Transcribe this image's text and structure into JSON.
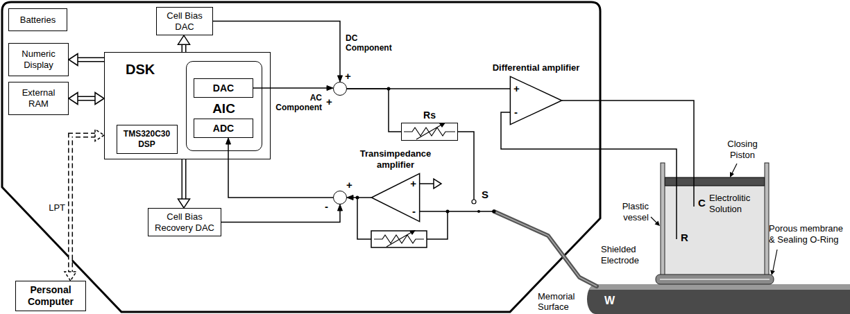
{
  "diagram": {
    "nodes": [
      {
        "text": [
          "Batteries"
        ]
      },
      {
        "text": [
          "Numeric Display"
        ]
      },
      {
        "text": [
          "External RAM"
        ]
      },
      {
        "text": [
          "Cell Bias DAC"
        ]
      },
      {
        "text": [
          "DSK"
        ]
      },
      {
        "text": [
          "TMS320C30 DSP"
        ],
        "in": 4
      },
      {
        "text": [
          "AIC"
        ],
        "in": 4
      },
      {
        "text": [
          "DAC"
        ],
        "in": 6
      },
      {
        "text": [
          "ADC"
        ],
        "in": 6
      },
      {
        "text": [
          "+",
          "+"
        ]
      },
      {
        "text": [
          "Differential amplifier",
          "+",
          "-"
        ]
      },
      {
        "text": [
          "Rs"
        ]
      },
      {
        "text": [
          "Transimpedance amplifier",
          "+",
          "-"
        ]
      },
      {
        "text": [
          "+",
          "-"
        ]
      },
      {
        "text": [
          "Cell Bias Recovery DAC"
        ]
      },
      {
        "text": [
          "Personal Computer"
        ]
      }
    ],
    "edges": [
      {
        "from": 3,
        "to": 9,
        "arrow": "to",
        "label": "DC Component"
      },
      {
        "from": 7,
        "to": 9,
        "arrow": "to",
        "label": "AC Component"
      },
      {
        "from": 9,
        "to": 10,
        "arrow": "none"
      },
      {
        "from": 9,
        "to": 11,
        "arrow": "none"
      },
      {
        "from": 12,
        "to": 13,
        "arrow": "to"
      },
      {
        "from": 14,
        "to": 13,
        "arrow": "to"
      },
      {
        "from": 13,
        "to": 8,
        "arrow": "to"
      },
      {
        "from": 4,
        "to": 3,
        "arrow": "to"
      },
      {
        "from": 4,
        "to": 14,
        "arrow": "to"
      },
      {
        "from": 4,
        "to": 1,
        "arrow": "to"
      },
      {
        "from": 4,
        "to": 2,
        "arrow": "both"
      },
      {
        "from": 4,
        "to": 15,
        "arrow": "both",
        "label": "LPT"
      }
    ],
    "labels": [
      "S",
      "R",
      "C",
      "Closing Piston",
      "Electrolitic Solution",
      "Plastic vessel",
      "Porous membrane & Sealing O-Ring",
      "Shielded Electrode",
      "W",
      "Memorial Surface"
    ]
  }
}
